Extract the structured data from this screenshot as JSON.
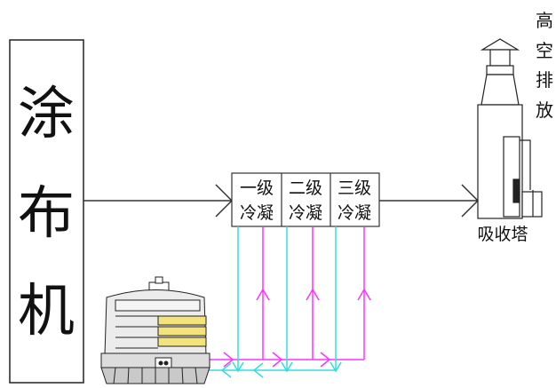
{
  "labels": {
    "coater": [
      "涂",
      "布",
      "机"
    ],
    "stage1": [
      "一级",
      "冷凝"
    ],
    "stage2": [
      "二级",
      "冷凝"
    ],
    "stage3": [
      "三级",
      "冷凝"
    ],
    "absorber": "吸收塔",
    "exhaust": [
      "高",
      "空",
      "排",
      "放"
    ]
  },
  "colors": {
    "line": "#333333",
    "supply": "#ff33ff",
    "return": "#33dddd"
  },
  "icons": [
    "cooling-tower-icon",
    "absorption-tower-icon",
    "arrow-icon"
  ]
}
